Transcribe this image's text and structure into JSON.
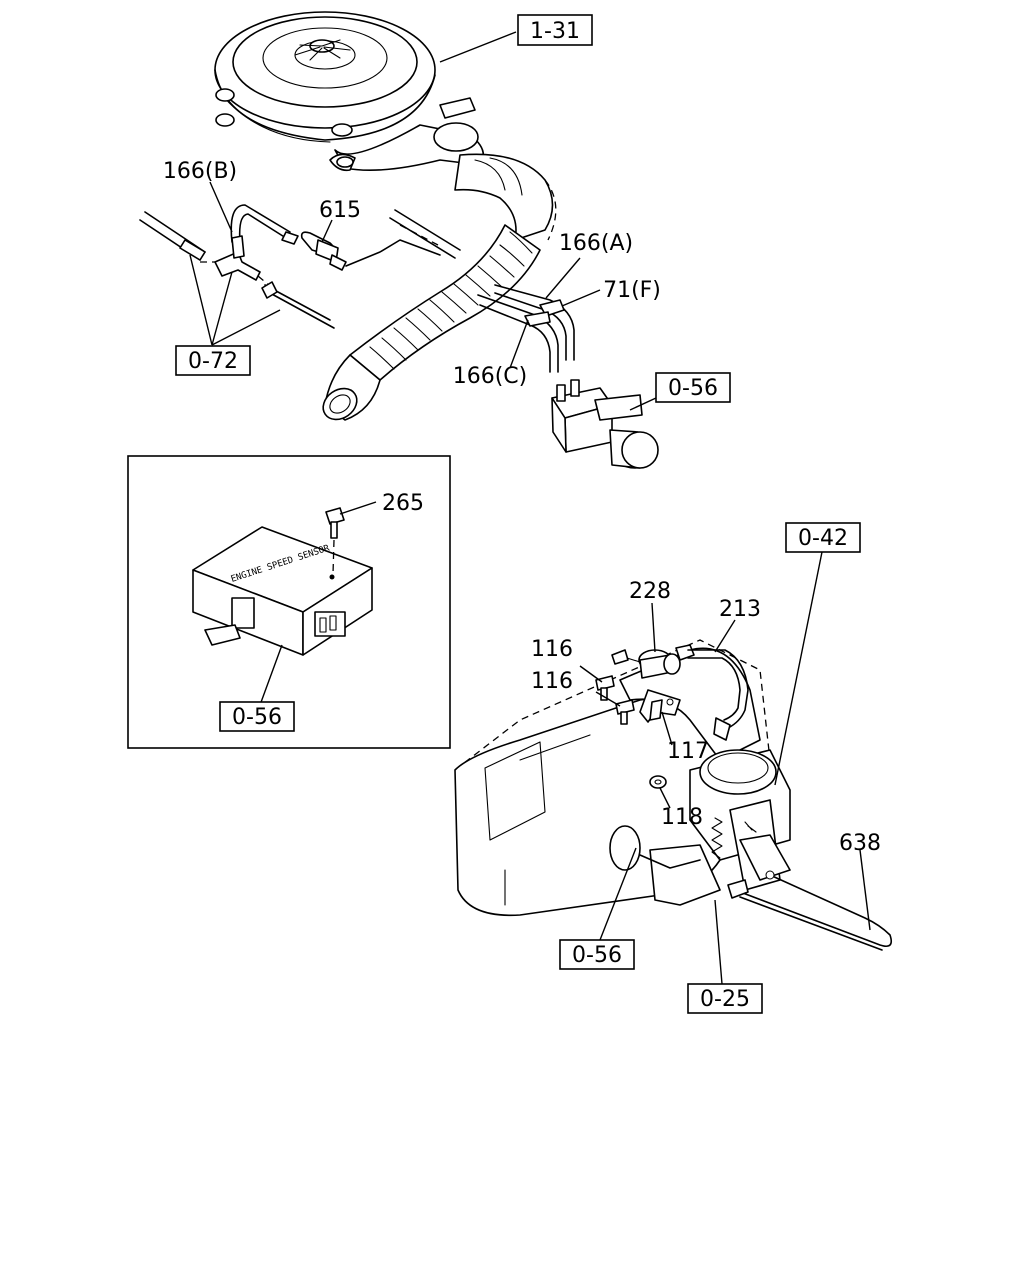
{
  "callouts": {
    "c_1_31": "1-31",
    "c_166b": "166(B)",
    "c_615": "615",
    "c_166a": "166(A)",
    "c_71f": "71(F)",
    "c_0_72": "0-72",
    "c_166c": "166(C)",
    "c_0_56_valve": "0-56",
    "c_265": "265",
    "c_0_56_unit": "0-56",
    "c_0_42": "0-42",
    "c_228": "228",
    "c_213": "213",
    "c_116_a": "116",
    "c_116_b": "116",
    "c_117": "117",
    "c_118": "118",
    "c_638": "638",
    "c_0_56_bottom": "0-56",
    "c_0_25": "0-25"
  }
}
